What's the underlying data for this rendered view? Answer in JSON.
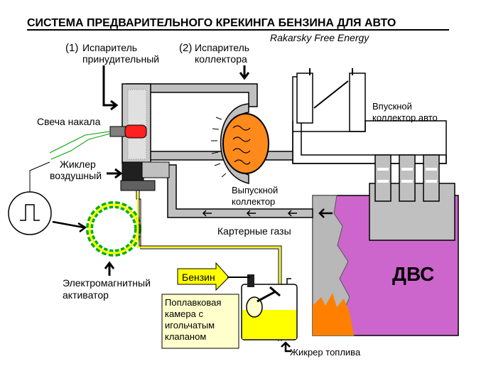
{
  "title": "СИСТЕМА ПРЕДВАРИТЕЛЬНОГО КРЕКИНГА БЕНЗИНА ДЛЯ АВТО",
  "subtitle": "Rakarsky Free Energy",
  "labels": {
    "evap1_num": "(1)",
    "evap1_line1": "Испаритель",
    "evap1_line2": "принудительный",
    "evap2_num": "(2)",
    "evap2_line1": "Испаритель",
    "evap2_line2": "коллектора",
    "glow_plug": "Свеча накала",
    "air_jet_line1": "Жиклер",
    "air_jet_line2": "воздушный",
    "intake_line1": "Впускной",
    "intake_line2": "коллектор авто",
    "exhaust_line1": "Выпускной",
    "exhaust_line2": "коллектор",
    "crankcase_gases": "Картерные газы",
    "engine": "ДВС",
    "activator_line1": "Электромагнитный",
    "activator_line2": "активатор",
    "gasoline": "Бензин",
    "float_line1": "Поплавковая",
    "float_line2": "камера с",
    "float_line3": "игольчатым",
    "float_line4": "клапаном",
    "fuel_jet": "Жикрер топлива"
  },
  "colors": {
    "pipe_gray": "#c0c0c0",
    "pipe_outline": "#808080",
    "engine_purple": "#cc66cc",
    "flame_orange": "#ff8000",
    "fuel_yellow": "#ffff00",
    "exhaust_orange": "#ff8a1c",
    "coil_green": "#00b000",
    "heater_red": "#ff2020",
    "label_box": "#ffffcc"
  }
}
